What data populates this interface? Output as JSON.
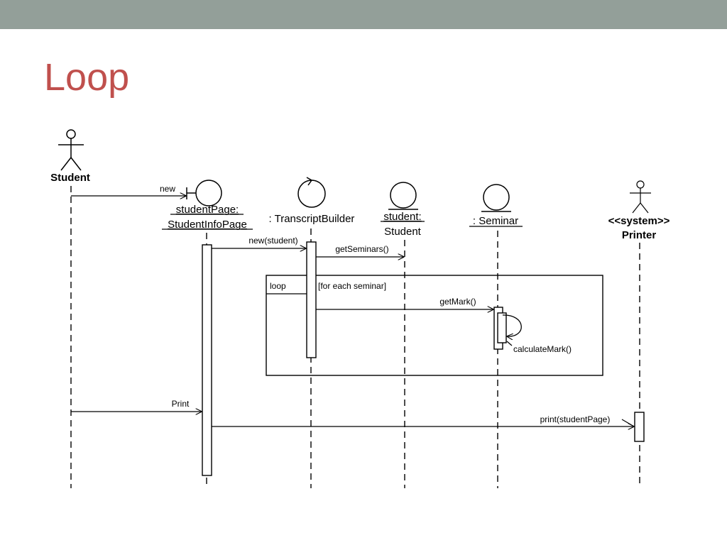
{
  "slide": {
    "title": "Loop"
  },
  "colors": {
    "top_bar": "#939f99",
    "title": "#c0504d",
    "line": "#000000"
  },
  "diagram": {
    "actors": {
      "student": "Student",
      "printer_stereotype": "<<system>>",
      "printer": "Printer"
    },
    "objects": {
      "student_page_line1": "studentPage:",
      "student_page_line2": "StudentInfoPage",
      "transcript_builder": ": TranscriptBuilder",
      "student_entity_line1": "student:",
      "student_entity_line2": "Student",
      "seminar": ": Seminar"
    },
    "messages": {
      "new": "new",
      "new_student": "new(student)",
      "get_seminars": "getSeminars()",
      "get_mark": "getMark()",
      "calculate_mark": "calculateMark()",
      "print": "Print",
      "print_student_page": "print(studentPage)"
    },
    "fragment": {
      "operator": "loop",
      "guard": "[for each seminar]"
    },
    "icons": {
      "actor": "stick-figure-icon",
      "boundary": "boundary-icon",
      "control": "control-icon",
      "entity": "entity-icon"
    }
  }
}
